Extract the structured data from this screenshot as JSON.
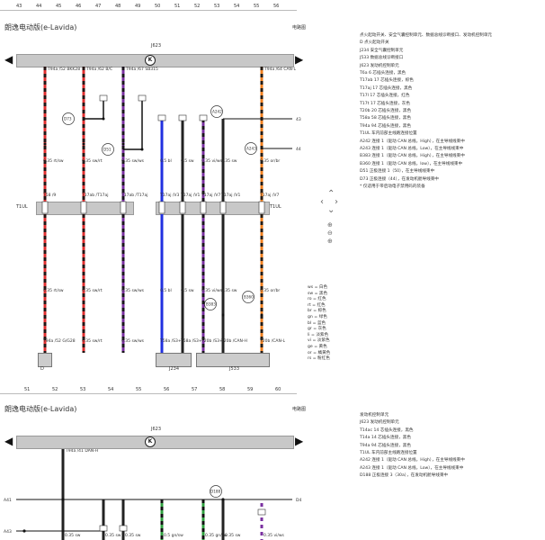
{
  "top_cols": [
    "43",
    "44",
    "45",
    "46",
    "47",
    "48",
    "49",
    "50",
    "51",
    "52",
    "53",
    "54",
    "55",
    "56"
  ],
  "bottom_cols": [
    "51",
    "52",
    "53",
    "54",
    "55",
    "56",
    "57",
    "58",
    "59",
    "60"
  ],
  "page1": {
    "title": "朗逸电动版(e-Lavida)",
    "header_right": "电路图",
    "module_label": "J623",
    "module_mark": "K",
    "left_arrow": "◀",
    "right_arrow": "▶",
    "connector": "T1UL",
    "wires": [
      {
        "top": "T94a /52 BKK28",
        "mid": "0.35 rt/sw",
        "bot": "T58 /9",
        "end": "T94a /52 G/G28",
        "color": "#e03030"
      },
      {
        "top": "T94a /62 B/C",
        "mid": "0.35 sw/rt",
        "bot": "T17ab /T17aj",
        "end": "0.35 sw/rt",
        "color": "#e03030"
      },
      {
        "top": "T94a /67 SB315",
        "mid": "0.35 sw/ws",
        "bot": "T17ab /T17aj",
        "end": "0.35 sw/ws",
        "color": "#7a30a0"
      },
      {
        "top": "",
        "mid": "0.5 bl",
        "bot": "T17aj /V3",
        "end": "T58a /S3+",
        "color": "#2030e0"
      },
      {
        "top": "",
        "mid": "0.5 sw",
        "bot": "T17aj /V1",
        "end": "T58a /S3+",
        "color": "#222222"
      },
      {
        "top": "",
        "mid": "0.35 vi/ws",
        "bot": "T17aj /V7",
        "end": "T20b /S3+",
        "color": "#7a30a0"
      },
      {
        "top": "",
        "mid": "0.35 sw",
        "bot": "T17aj /V1",
        "end": "T20b /CAN-H",
        "color": "#222222"
      },
      {
        "top": "T94a /64 CAN-L",
        "mid": "0.35 or/br",
        "bot": "T17aj /V7",
        "end": "T20b /CAN-L",
        "color": "#f08020"
      }
    ],
    "nodes": [
      "D73",
      "D51",
      "A242",
      "A243",
      "B383",
      "B360"
    ],
    "right_tags": [
      "43",
      "44"
    ],
    "bottom_components": [
      "D",
      "J234",
      "J533"
    ],
    "legend": [
      "点火起动开关、安全气囊控制单元、数据总线诊断接口、发动机控制单元",
      "D      点火起动开关",
      "J234   安全气囊控制单元",
      "J533   数据总线诊断接口",
      "J623   发动机控制单元",
      "T6a    6 芯插头连接，黑色",
      "T17ab  17 芯插头连接，棕色",
      "T17aj  17 芯插头连接，黑色",
      "T17l   17 芯插头连接，红色",
      "T17t   17 芯插头连接，灰色",
      "T20b   20 芯插头连接，黑色",
      "T58a   58 芯插头连接，黑色",
      "T94a   94 芯插头连接，黑色",
      "T1UL   车内前部主线路连接位置",
      "A242   连接 1（驱动 CAN 总线，High），在主导线线束中",
      "A243   连接 1（驱动 CAN 总线，Low），在主导线线束中",
      "B383   连接 1（驱动 CAN 总线，High），在主导线线束中",
      "B360   连接 1（驱动 CAN 总线，low），在主导线线束中",
      "D51    正极连接 1（50），在主导线线束中",
      "D73    正极连接（44），在发动机舱导线束中",
      "*      仅适用于带启动电子禁用码的装备"
    ],
    "color_key": [
      "ws = 白色",
      "sw = 黑色",
      "ro = 红色",
      "rt = 红色",
      "br = 棕色",
      "gn = 绿色",
      "bl = 蓝色",
      "gr = 灰色",
      "li = 淡紫色",
      "vi = 淡紫色",
      "ge = 黄色",
      "or = 橘黄色",
      "rs = 粉红色"
    ]
  },
  "page2": {
    "title": "朗逸电动版(e-Lavida)",
    "header_right": "电路图",
    "module_label": "J623",
    "module_mark": "K",
    "left_arrow": "◀",
    "right_arrow": "▶",
    "wires": [
      {
        "top": "T94a /41 DAN-H",
        "mid": "0.35 sw"
      },
      {
        "top": "",
        "mid": "0.35 sw"
      },
      {
        "top": "",
        "mid": "0.35 sw"
      },
      {
        "top": "",
        "mid": "0.5 gn/sw"
      },
      {
        "top": "",
        "mid": "0.35 gn/sw"
      },
      {
        "top": "",
        "mid": "0.35 sw"
      },
      {
        "top": "",
        "mid": "0.35 vi/ws"
      }
    ],
    "nodes": [
      "D188"
    ],
    "left_tags": [
      "A41",
      "A43"
    ],
    "right_tags": [
      "D4"
    ],
    "legend": [
      "发动机控制单元",
      "J623   发动机控制单元",
      "T14ac  14 芯插头连接，黑色",
      "T14a   14 芯插头连接，黑色",
      "T94a   94 芯插头连接，黑色",
      "T1UL   车内前部主线路连接位置",
      "A242   连接 1（驱动 CAN 总线，High），在主导线线束中",
      "A243   连接 1（驱动 CAN 总线，Low），在主导线线束中",
      "D188   正极连接 3（30a），在发动机舱导线束中"
    ]
  },
  "sidebar": {
    "up": "⌃",
    "down": "⌄",
    "left": "‹",
    "right": "›",
    "zoom_in": "⊕",
    "zoom_out": "⊖",
    "zoom_fit": "⊕"
  }
}
